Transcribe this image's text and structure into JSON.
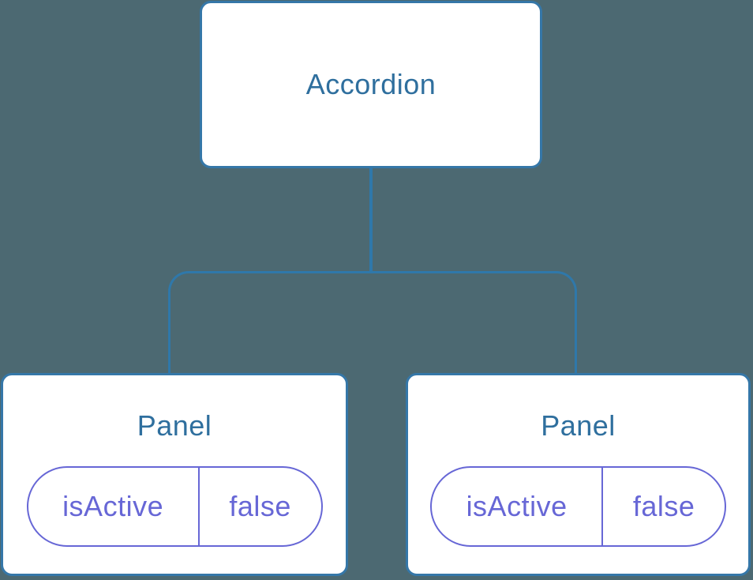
{
  "diagram": {
    "type": "component-tree",
    "colors": {
      "background": "#4C6972",
      "node_fill": "#FFFFFF",
      "node_border_blue": "#3577A8",
      "connector_blue": "#2F78AA",
      "label_blue": "#2F6F9E",
      "state_purple": "#6767D6"
    },
    "tree": {
      "root": {
        "label": "Accordion"
      },
      "children": [
        {
          "label": "Panel",
          "state": {
            "key": "isActive",
            "value": "false"
          }
        },
        {
          "label": "Panel",
          "state": {
            "key": "isActive",
            "value": "false"
          }
        }
      ]
    }
  }
}
